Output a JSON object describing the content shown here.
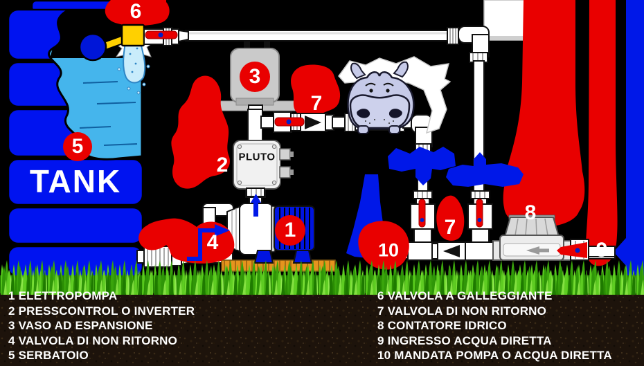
{
  "labels": {
    "tank": "TANK",
    "controller": "PLUTO"
  },
  "badges": {
    "pump": "1",
    "presscontrol": "2",
    "expansion_vessel": "3",
    "suction_check_valve": "4",
    "tank": "5",
    "float_valve": "6",
    "delivery_check_valve": "7",
    "mains_check_valve": "7",
    "water_meter": "8",
    "mains_inlet": "9",
    "delivery_line": "10"
  },
  "legend": {
    "left": [
      "1 ELETTROPOMPA",
      "2 PRESSCONTROL O INVERTER",
      "3 VASO AD ESPANSIONE",
      "4 VALVOLA DI NON RITORNO",
      "5 SERBATOIO"
    ],
    "right": [
      "6 VALVOLA A GALLEGGIANTE",
      "7 VALVOLA DI NON RITORNO",
      "8 CONTATORE IDRICO",
      "9 INGRESSO ACQUA DIRETTA",
      "10 MANDATA POMPA O ACQUA DIRETTA"
    ]
  },
  "colors": {
    "accent_red": "#E90000",
    "tank_blue": "#0013F0",
    "water_light_blue": "#45B5EC",
    "flow_blue": "#0018E8",
    "valve_yellow": "#FFD000",
    "motor_blue": "#0014E0",
    "grass_green": "#46B80E",
    "soil_brown": "#1D130B",
    "vessel_gray": "#CACACA",
    "base_orange": "#E6941E",
    "hippo_lavender": "#C6CAE8",
    "background": "#000000"
  }
}
